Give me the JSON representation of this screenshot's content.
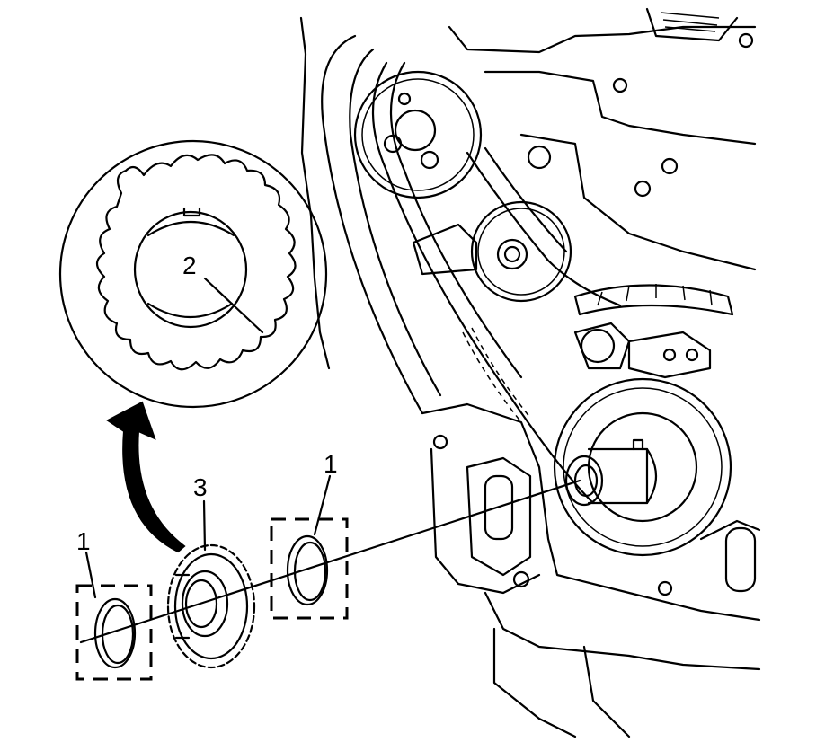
{
  "callouts": {
    "zoom_label": "2",
    "gear_label": "3",
    "left_ring_label": "1",
    "right_ring_label": "1"
  },
  "colors": {
    "ink": "#000000",
    "paper": "#ffffff"
  }
}
